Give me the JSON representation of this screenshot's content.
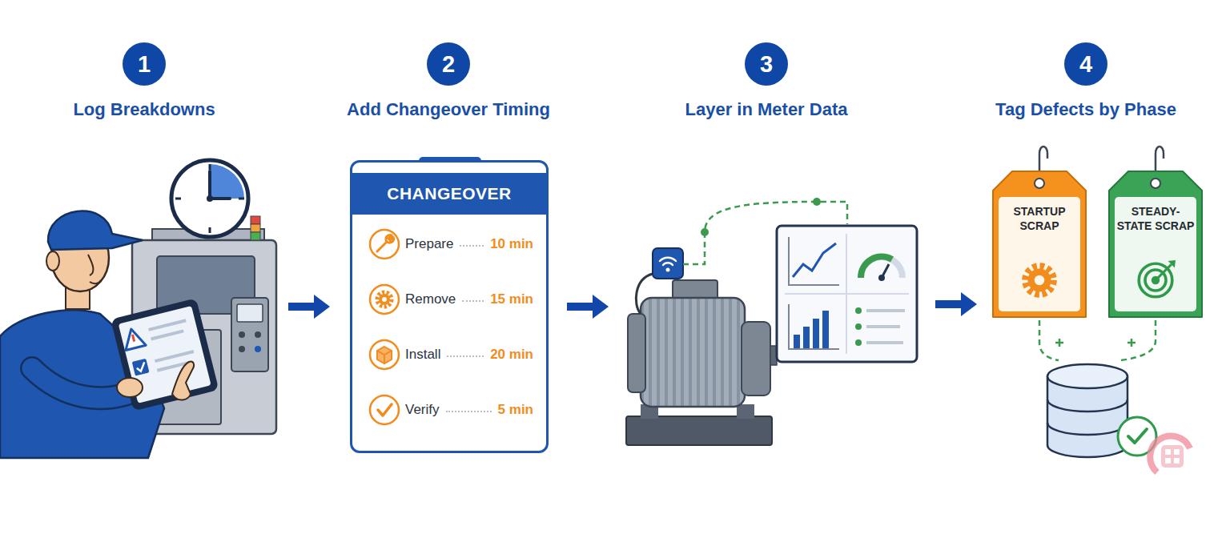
{
  "diagram": {
    "nodes": [
      {
        "text": [
          "1"
        ]
      },
      {
        "text": [
          "2"
        ]
      },
      {
        "text": [
          "CHANGEOVER",
          "Prepare",
          "10 min",
          "Remove",
          "15 min",
          "Install",
          "20 min",
          "Verify",
          "5 min"
        ]
      },
      {
        "text": [
          "3"
        ]
      },
      {
        "text": [
          "4"
        ]
      },
      {
        "text": [
          "STARTUP SCRAP"
        ]
      },
      {
        "text": [
          "STEADY-STATE SCRAP"
        ]
      }
    ],
    "labels": [
      "Log Breakdowns",
      "Add Changeover Timing",
      "Layer in Meter Data",
      "Tag Defects by Phase"
    ]
  }
}
